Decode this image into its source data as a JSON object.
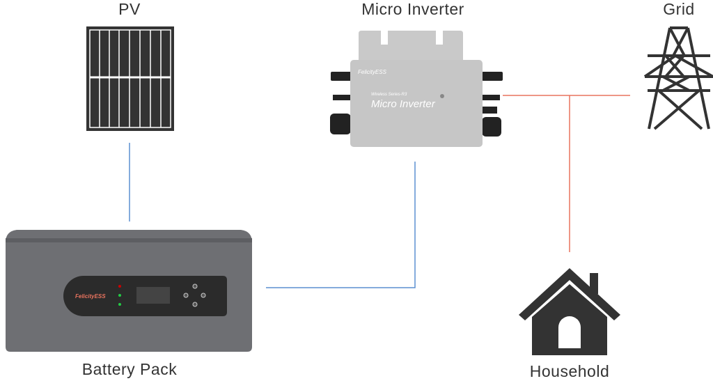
{
  "labels": {
    "pv": "PV",
    "micro_inverter": "Micro Inverter",
    "grid": "Grid",
    "battery_pack": "Battery Pack",
    "household": "Household"
  },
  "inverter_text": {
    "brand": "FelicityESS",
    "series": "Wireless Series-R3",
    "model": "Micro Inverter"
  },
  "battery_text": {
    "brand": "FelicityESS"
  },
  "colors": {
    "dc_line": "#5b8fd0",
    "ac_line": "#e8735e",
    "icon": "#333333"
  }
}
